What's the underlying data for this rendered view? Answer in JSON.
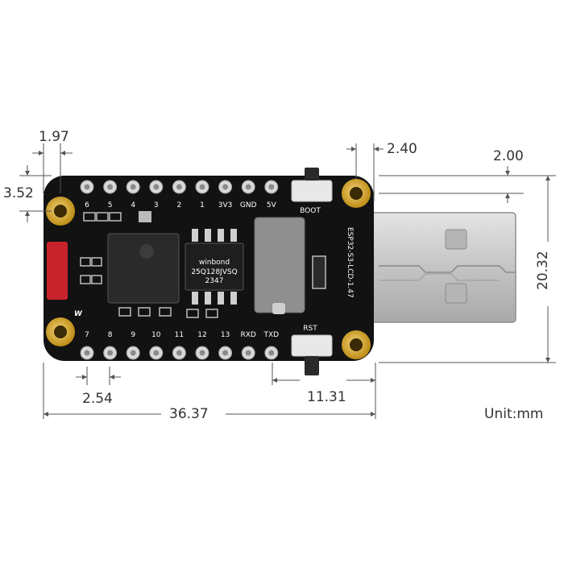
{
  "dimensions": {
    "hole_offset_x": "1.97",
    "hole_offset_y": "3.52",
    "button_offset": "2.40",
    "usb_offset": "2.00",
    "pin_pitch": "2.54",
    "pcb_length": "36.37",
    "usb_length": "11.31",
    "usb_width": "20.32"
  },
  "unit_label": "Unit:mm",
  "board": {
    "top_pins": [
      "6",
      "5",
      "4",
      "3",
      "2",
      "1",
      "3V3",
      "GND",
      "5V"
    ],
    "bottom_pins": [
      "7",
      "8",
      "9",
      "10",
      "11",
      "12",
      "13",
      "RXD",
      "TXD"
    ],
    "boot_label": "BOOT",
    "rst_label": "RST",
    "model_label": "ESP32-S3-LCD-1.47",
    "flash_brand": "winbond",
    "flash_part": "25Q128JVSQ",
    "flash_code": "2347"
  },
  "colors": {
    "pcb": "#121212",
    "gold": "#d4a017",
    "usb_metal": "#c8c8c8",
    "dimension_line": "#555555"
  }
}
